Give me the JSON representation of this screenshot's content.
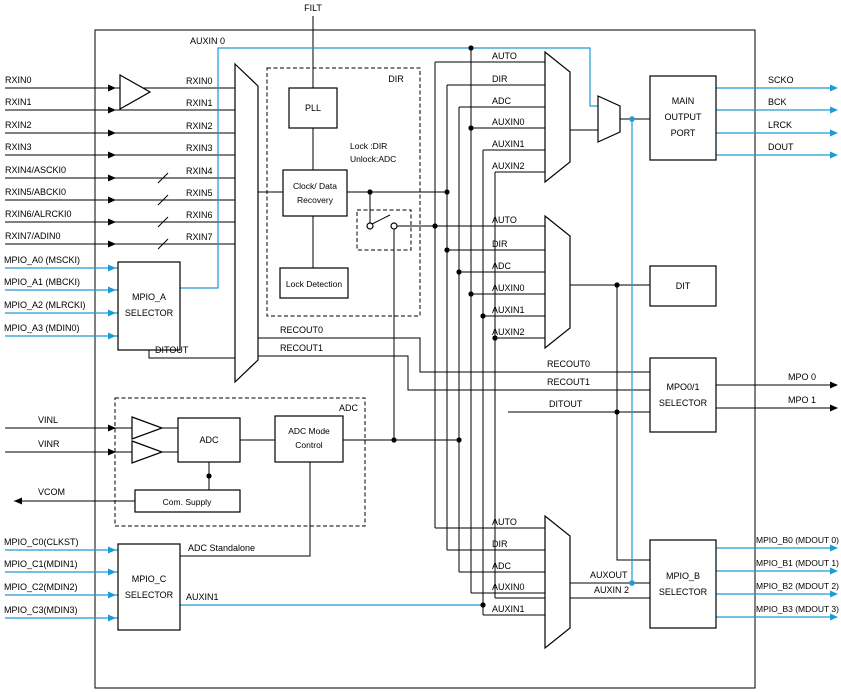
{
  "colors": {
    "accent_blue": "#1e9ad6",
    "ink": "#000000",
    "background": "#ffffff"
  },
  "pins": {
    "filt": "FILT",
    "rxin": [
      "RXIN0",
      "RXIN1",
      "RXIN2",
      "RXIN3",
      "RXIN4/ASCKI0",
      "RXIN5/ABCKI0",
      "RXIN6/ALRCKI0",
      "RXIN7/ADIN0"
    ],
    "mpio_a": [
      "MPIO_A0 (MSCKI)",
      "MPIO_A1 (MBCKI)",
      "MPIO_A2 (MLRCKI)",
      "MPIO_A3 (MDIN0)"
    ],
    "vinl": "VINL",
    "vinr": "VINR",
    "vcom": "VCOM",
    "mpio_c": [
      "MPIO_C0(CLKST)",
      "MPIO_C1(MDIN1)",
      "MPIO_C2(MDIN2)",
      "MPIO_C3(MDIN3)"
    ],
    "main_out": [
      "SCKO",
      "BCK",
      "LRCK",
      "DOUT"
    ],
    "mpo": [
      "MPO 0",
      "MPO 1"
    ],
    "mpio_b": [
      "MPIO_B0 (MDOUT 0)",
      "MPIO_B1 (MDOUT 1)",
      "MPIO_B2 (MDOUT 2)",
      "MPIO_B3 (MDOUT 3)"
    ]
  },
  "internal": {
    "rxin": [
      "RXIN0",
      "RXIN1",
      "RXIN2",
      "RXIN3",
      "RXIN4",
      "RXIN5",
      "RXIN6",
      "RXIN7"
    ]
  },
  "blocks": {
    "dir": {
      "title": "DIR",
      "pll": "PLL",
      "cdr": [
        "Clock/ Data",
        "Recovery"
      ],
      "lock": "Lock Detection",
      "note": [
        "Lock :DIR",
        "Unlock:ADC"
      ]
    },
    "adc": {
      "title": "ADC",
      "core": "ADC",
      "mode": [
        "ADC Mode",
        "Control"
      ],
      "supply": "Com. Supply"
    },
    "mpio_a": [
      "MPIO_A",
      "SELECTOR"
    ],
    "mpio_c": [
      "MPIO_C",
      "SELECTOR"
    ],
    "main_port": [
      "MAIN",
      "OUTPUT",
      "PORT"
    ],
    "dit": "DIT",
    "mpo": [
      "MPO0/1",
      "SELECTOR"
    ],
    "mpio_b": [
      "MPIO_B",
      "SELECTOR"
    ]
  },
  "mux": {
    "m1": [
      "AUTO",
      "DIR",
      "ADC",
      "AUXIN0",
      "AUXIN1",
      "AUXIN2"
    ],
    "m2": [
      "AUTO",
      "DIR",
      "ADC",
      "AUXIN0",
      "AUXIN1",
      "AUXIN2"
    ],
    "m3": [
      "AUTO",
      "DIR",
      "ADC",
      "AUXIN0",
      "AUXIN1"
    ]
  },
  "wires": {
    "auxin0_top": "AUXIN 0",
    "recout0_left": "RECOUT0",
    "recout1_left": "RECOUT1",
    "ditout_left": "DITOUT",
    "recout0_right": "RECOUT0",
    "recout1_right": "RECOUT1",
    "ditout_right": "DITOUT",
    "adc_standalone": "ADC Standalone",
    "auxin1": "AUXIN1",
    "auxout": "AUXOUT",
    "auxin2": "AUXIN 2"
  }
}
